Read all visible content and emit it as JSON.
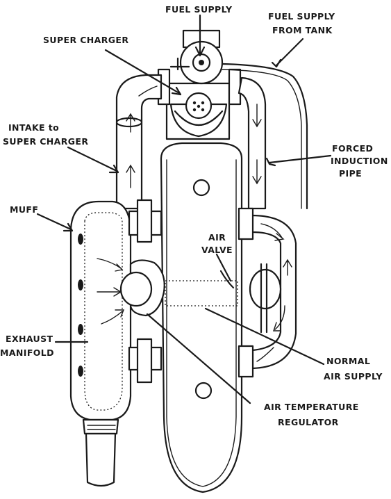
{
  "labels": {
    "fuel_supply": "FUEL SUPPLY",
    "fuel_supply_tank_1": "FUEL SUPPLY",
    "fuel_supply_tank_2": "FROM TANK",
    "super_charger": "SUPER CHARGER",
    "intake_1": "INTAKE to",
    "intake_2": "SUPER CHARGER",
    "forced_1": "FORCED",
    "forced_2": "INDUCTION",
    "forced_3": "PIPE",
    "muff": "MUFF",
    "air_valve_1": "AIR",
    "air_valve_2": "VALVE",
    "exhaust_1": "EXHAUST",
    "exhaust_2": "MANIFOLD",
    "normal_1": "NORMAL",
    "normal_2": "AIR SUPPLY",
    "regulator_1": "AIR TEMPERATURE",
    "regulator_2": "REGULATOR"
  }
}
